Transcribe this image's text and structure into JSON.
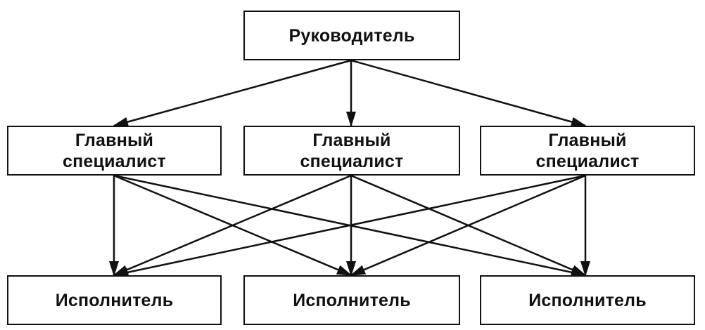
{
  "diagram": {
    "type": "org-chart",
    "nodes": {
      "head": {
        "line1": "Руководитель"
      },
      "mid0": {
        "line1": "Главный",
        "line2": "специалист"
      },
      "mid1": {
        "line1": "Главный",
        "line2": "специалист"
      },
      "mid2": {
        "line1": "Главный",
        "line2": "специалист"
      },
      "bot0": {
        "line1": "Исполнитель"
      },
      "bot1": {
        "line1": "Исполнитель"
      },
      "bot2": {
        "line1": "Исполнитель"
      }
    },
    "edges": [
      [
        "head",
        "mid0"
      ],
      [
        "head",
        "mid1"
      ],
      [
        "head",
        "mid2"
      ],
      [
        "mid0",
        "bot0"
      ],
      [
        "mid0",
        "bot1"
      ],
      [
        "mid0",
        "bot2"
      ],
      [
        "mid1",
        "bot0"
      ],
      [
        "mid1",
        "bot1"
      ],
      [
        "mid1",
        "bot2"
      ],
      [
        "mid2",
        "bot0"
      ],
      [
        "mid2",
        "bot1"
      ],
      [
        "mid2",
        "bot2"
      ]
    ],
    "colors": {
      "line": "#111111",
      "box_fill": "#ffffff"
    }
  }
}
